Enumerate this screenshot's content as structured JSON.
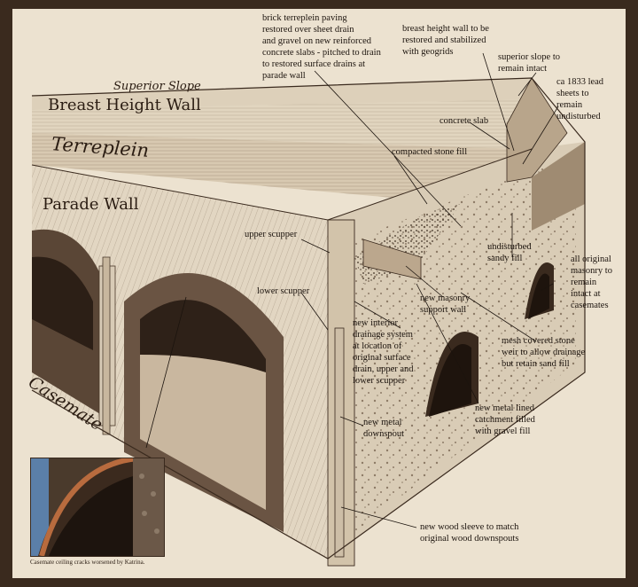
{
  "diagram": {
    "section_labels": {
      "superior_slope": "Superior Slope",
      "breast_height_wall": "Breast Height Wall",
      "terreplein": "Terreplein",
      "parade_wall": "Parade Wall",
      "casemate": "Casemate"
    },
    "callouts": {
      "brick_terreplein": "brick terreplein paving\nrestored over sheet drain\nand gravel on new reinforced\nconcrete slabs - pitched to drain\nto restored surface drains at\nparade wall",
      "breast_height_restore": "breast height wall to be\nrestored and stabilized\nwith geogrids",
      "superior_slope_intact": "superior slope to\nremain intact",
      "lead_sheets": "ca 1833 lead\nsheets to\nremain\nundisturbed",
      "concrete_slab": "concrete slab",
      "compacted_fill": "compacted stone fill",
      "upper_scupper": "upper scupper",
      "lower_scupper": "lower scupper",
      "undisturbed_fill": "undisturbed\nsandy fill",
      "original_masonry": "all original\nmasonry to\nremain\nintact at\ncasemates",
      "masonry_support": "new masonry\nsupport wall",
      "mesh_weir": "mesh covered stone\nweir to allow drainage\nbut retain sand fill",
      "interior_drainage": "new interior\ndrainage system\nat location of\noriginal surface\ndrain, upper and\nlower scupper",
      "catchment": "new metal lined\ncatchment filled\nwith gravel fill",
      "metal_downspout": "new metal\ndownspout",
      "wood_sleeve": "new wood sleeve to match\noriginal wood downspouts"
    },
    "photo_caption": "Casemate ceiling cracks worsened by Katrina."
  }
}
